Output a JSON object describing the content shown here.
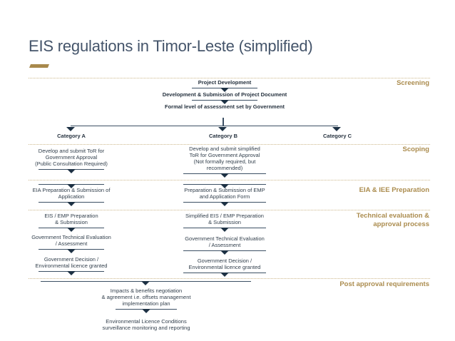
{
  "title": "EIS regulations in Timor-Leste (simplified)",
  "colors": {
    "accent_gold": "#a8894c",
    "stage_label_gold": "#ab8c4e",
    "title_blue": "#44546a",
    "diagram_line": "#3c5064",
    "diagram_text": "#33404d"
  },
  "stages": {
    "screening": "Screening",
    "scoping": "Scoping",
    "eia_iee_preparation": "EIA & IEE Preparation",
    "technical_evaluation": "Technical evaluation &\napproval process",
    "post_approval": "Post approval requirements"
  },
  "top_flow": {
    "steps": [
      "Project Development",
      "Development & Submission of Project Document",
      "Formal level of assessment set by Government"
    ]
  },
  "categories": {
    "a": {
      "label": "Category A",
      "steps": [
        "Develop and submit ToR for\nGovernment Approval\n(Public Consultation Required)",
        "EIA Preparation & Submission of\nApplication",
        "EIS / EMP Preparation\n& Submission",
        "Government Technical Evaluation\n/ Assessment",
        "Government Decision /\nEnvironmental licence granted"
      ]
    },
    "b": {
      "label": "Category B",
      "steps": [
        "Develop and submit simplified\nToR for Government Approval\n(Not formally required, but\nrecommended)",
        "Preparation & Submission of EMP\nand Application Form",
        "Simplified EIS / EMP Preparation\n& Submission",
        "Government Technical Evaluation\n/ Assessment",
        "Government Decision /\nEnvironmental licence granted"
      ]
    },
    "c": {
      "label": "Category C"
    }
  },
  "post_approval_flow": {
    "steps": [
      "Impacts & benefits negotiation\n& agreement i.e. offsets management\nimplementation plan",
      "Environmental Licence Conditions\nsurveillance monitoring and reporting"
    ]
  }
}
